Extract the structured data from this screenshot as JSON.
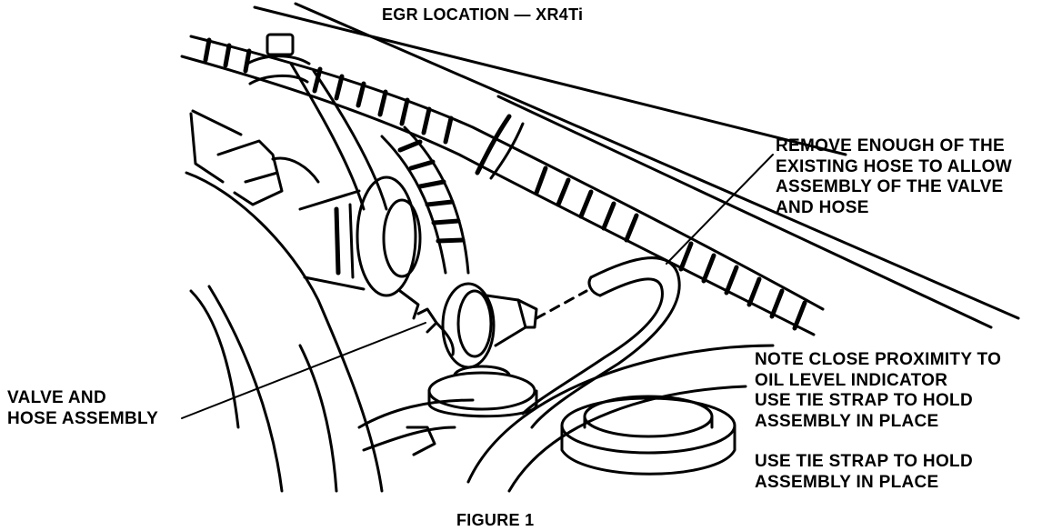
{
  "title": "EGR LOCATION — XR4Ti",
  "caption": "FIGURE 1",
  "callouts": {
    "remove_hose": [
      "REMOVE ENOUGH OF THE",
      "EXISTING HOSE TO ALLOW",
      "ASSEMBLY OF THE VALVE",
      "AND HOSE"
    ],
    "valve_assembly": [
      "VALVE AND",
      "HOSE ASSEMBLY"
    ],
    "proximity": [
      "NOTE CLOSE PROXIMITY TO",
      "OIL LEVEL INDICATOR",
      "USE TIE STRAP TO HOLD",
      "ASSEMBLY IN PLACE"
    ],
    "tie_strap": [
      "USE TIE STRAP TO HOLD",
      "ASSEMBLY IN PLACE"
    ]
  },
  "colors": {
    "ink": "#000000",
    "paper": "#ffffff"
  }
}
